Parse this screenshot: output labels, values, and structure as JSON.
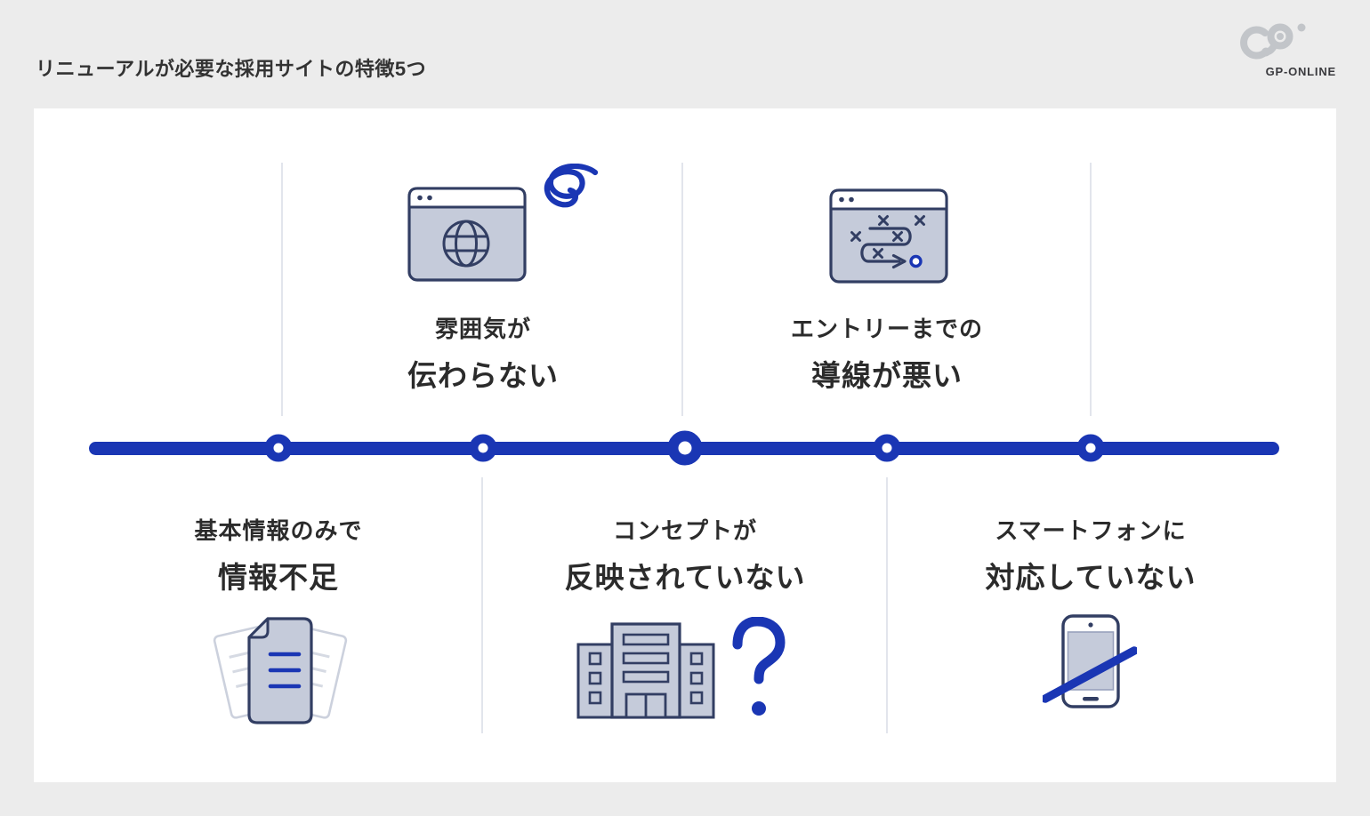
{
  "page": {
    "title": "リニューアルが必要な採用サイトの特徴5つ",
    "brand": {
      "name": "GP-ONLINE"
    }
  },
  "timeline": {
    "item_count": 5,
    "style": "horizontal line with ring nodes, center node enlarged"
  },
  "items": [
    {
      "position": "below",
      "line1": "基本情報のみで",
      "line2": "情報不足",
      "icon": "documents-icon"
    },
    {
      "position": "above",
      "line1": "雰囲気が",
      "line2": "伝わらない",
      "icon": "browser-globe-icon + scribble-icon"
    },
    {
      "position": "below",
      "line1": "コンセプトが",
      "line2": "反映されていない",
      "icon": "building-icon + question-mark-icon"
    },
    {
      "position": "above",
      "line1": "エントリーまでの",
      "line2": "導線が悪い",
      "icon": "browser-route-icon"
    },
    {
      "position": "below",
      "line1": "スマートフォンに",
      "line2": "対応していない",
      "icon": "phone-slashed-icon"
    }
  ],
  "colors": {
    "accent_blue": "#1a36b4",
    "outline_navy": "#323e63",
    "icon_fill": "#c5cbda",
    "background": "#ececec",
    "card": "#ffffff",
    "text": "#2b2b2b"
  }
}
